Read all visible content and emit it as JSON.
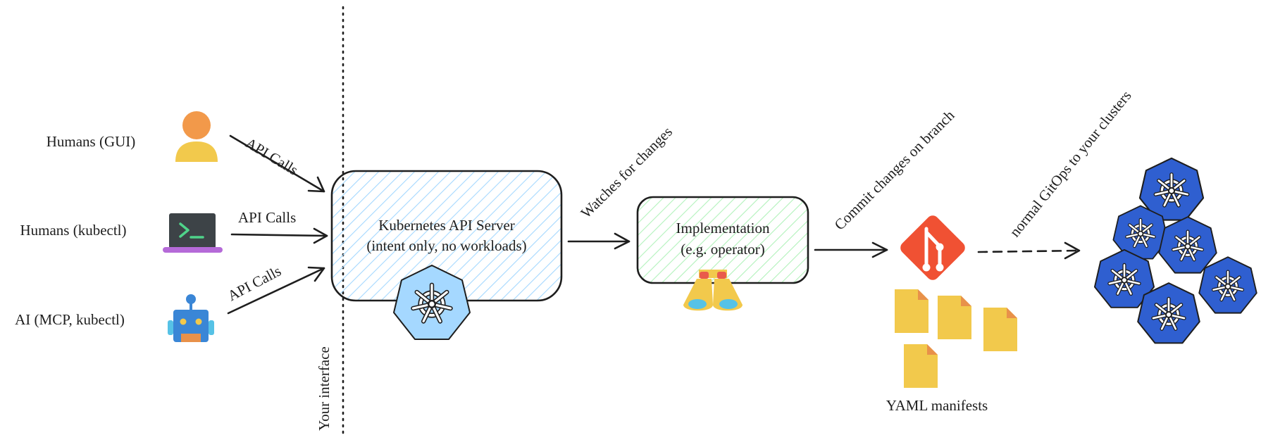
{
  "actors": {
    "gui": "Humans (GUI)",
    "kubectl": "Humans (kubectl)",
    "ai": "AI (MCP, kubectl)"
  },
  "edges": {
    "api_calls_1": "API Calls",
    "api_calls_2": "API Calls",
    "api_calls_3": "API Calls",
    "watches": "Watches for changes",
    "commit": "Commit changes on branch",
    "gitops": "normal GitOps to your clusters"
  },
  "boundary": {
    "label": "Your interface"
  },
  "api_server": {
    "title": "Kubernetes API Server",
    "subtitle": "(intent only, no workloads)"
  },
  "implementation": {
    "title": "Implementation",
    "subtitle": "(e.g. operator)"
  },
  "manifests": {
    "label": "YAML manifests"
  },
  "colors": {
    "api_hatch": "#a5d8ff",
    "impl_hatch": "#b2f2bb",
    "k8s_blue": "#2f5fd0",
    "k8s_light": "#a5d8ff",
    "git_red": "#f05133",
    "file_yellow": "#f2c94c",
    "file_corner": "#e8914a",
    "person_head": "#f2994a",
    "person_body": "#f2c94c",
    "laptop_body": "#3d4347",
    "laptop_base": "#b56ad8",
    "prompt_green": "#4fd38a",
    "robot_blue": "#3a86d6",
    "robot_face": "#f2c94c",
    "robot_mouth": "#e8914a",
    "binocular_yellow": "#f2c94c",
    "binocular_red": "#e95a4b",
    "binocular_lens": "#56c2e6"
  }
}
